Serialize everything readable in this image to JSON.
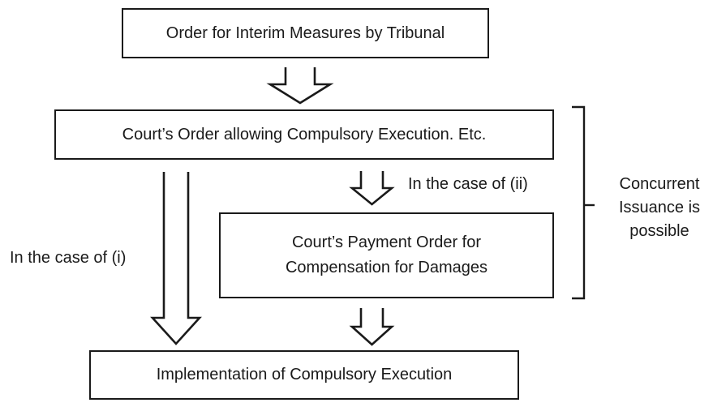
{
  "boxes": {
    "tribunal_order": "Order for Interim Measures by Tribunal",
    "court_order": "Court’s Order allowing Compulsory Execution. Etc.",
    "payment_order": "Court’s Payment Order for Compensation for Damages",
    "implementation": "Implementation of Compulsory Execution"
  },
  "labels": {
    "case_i": "In the case of (i)",
    "case_ii": "In the case of (ii)",
    "concurrent_note": "Concurrent Issuance is possible"
  },
  "colors": {
    "stroke": "#1a1a1a",
    "text": "#1a1a1a",
    "background": "#ffffff"
  }
}
